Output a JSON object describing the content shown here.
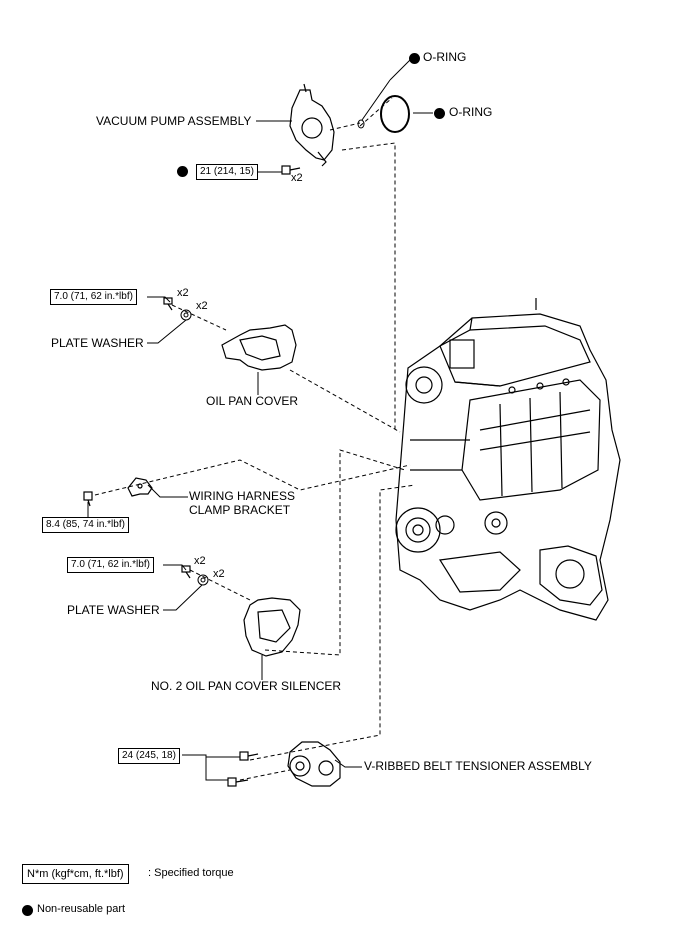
{
  "labels": {
    "o_ring_1": "O-RING",
    "o_ring_2": "O-RING",
    "vacuum_pump_assembly": "VACUUM PUMP ASSEMBLY",
    "plate_washer_1": "PLATE WASHER",
    "oil_pan_cover": "OIL PAN COVER",
    "wiring_harness_clamp_bracket_1": "WIRING HARNESS",
    "wiring_harness_clamp_bracket_2": "CLAMP BRACKET",
    "plate_washer_2": "PLATE WASHER",
    "no2_oil_pan_cover_silencer": "NO. 2 OIL PAN COVER SILENCER",
    "v_ribbed_belt_tensioner_assembly": "V-RIBBED BELT TENSIONER ASSEMBLY"
  },
  "torques": {
    "vacuum_pump_bolt": "21 (214, 15)",
    "oil_pan_cover_bolt": "7.0 (71, 62 in.*lbf)",
    "clamp_bracket_bolt": "8.4 (85, 74 in.*lbf)",
    "silencer_bolt": "7.0 (71, 62 in.*lbf)",
    "tensioner_bolt": "24 (245, 18)"
  },
  "quantities": {
    "vacuum_pump_bolt": "x2",
    "oil_pan_cover_bolt": "x2",
    "plate_washer_1": "x2",
    "silencer_bolt": "x2",
    "plate_washer_2": "x2"
  },
  "legend": {
    "torque_unit": "N*m (kgf*cm, ft.*lbf)",
    "torque_desc": ": Specified torque",
    "non_reusable_desc": "Non-reusable part"
  },
  "colors": {
    "ink": "#000000",
    "paper": "#ffffff"
  }
}
